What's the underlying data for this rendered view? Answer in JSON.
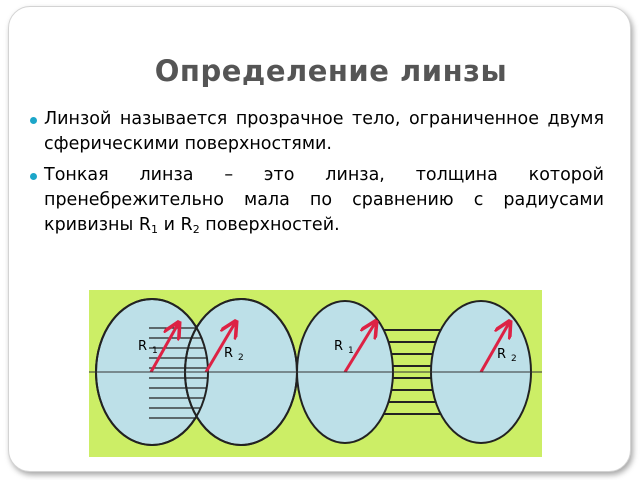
{
  "slide": {
    "title": "Определение линзы",
    "bullets": [
      {
        "text": "Линзой называется прозрачное тело, ограниченное двумя сферическими поверхностями."
      },
      {
        "text_before": "Тонкая линза – это линза, толщина которой пренебрежительно мала по сравнению с радиусами кривизны  R",
        "sub1": "1",
        "text_mid": " и R",
        "sub2": "2",
        "text_after": " поверхностей."
      }
    ]
  },
  "figure": {
    "background_color": "#ccee66",
    "sphere_color": "#bde0e8",
    "arrow_color": "#dd2244",
    "left_diagram": {
      "label_r1": "R",
      "label_r1_sub": "1",
      "label_r2": "R",
      "label_r2_sub": "2"
    },
    "right_diagram": {
      "label_r1": "R",
      "label_r1_sub": "1",
      "label_r2": "R",
      "label_r2_sub": "2"
    }
  }
}
